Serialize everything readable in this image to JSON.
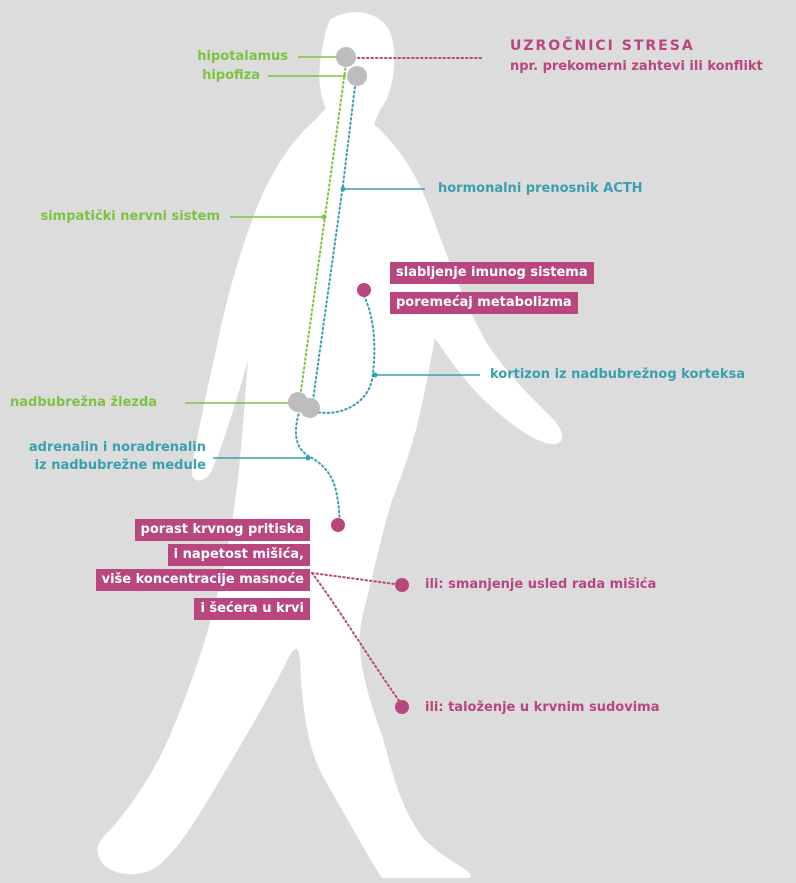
{
  "colors": {
    "background": "#dcdcdc",
    "body": "#ffffff",
    "green": "#7dc242",
    "teal": "#3a9fae",
    "pink": "#b8467f",
    "gland": "#bdbdbd"
  },
  "labels": {
    "hipotalamus": "hipotalamus",
    "hipofiza": "hipofiza",
    "stress_title": "UZROČNICI STRESA",
    "stress_sub": "npr. prekomerni zahtevi ili konflikt",
    "acth": "hormonalni prenosnik ACTH",
    "sympathetic": "simpatički nervni sistem",
    "immune_1": "slabljenje imunog sistema",
    "immune_2": "poremećaj metabolizma",
    "cortisol": "kortizon iz nadbubrežnog korteksa",
    "adrenal_gland": "nadbubrežna žlezda",
    "adrenaline_1": "adrenalin i noradrenalin",
    "adrenaline_2": "iz nadbubrežne medule",
    "effects_1": "porast krvnog pritiska",
    "effects_2": "i napetost mišića,",
    "effects_3": "više koncentracije masnoće",
    "effects_4": "i šećera u krvi",
    "muscle": "ili: smanjenje usled rada mišića",
    "vessels": "ili: taloženje u krvnim sudovima"
  }
}
